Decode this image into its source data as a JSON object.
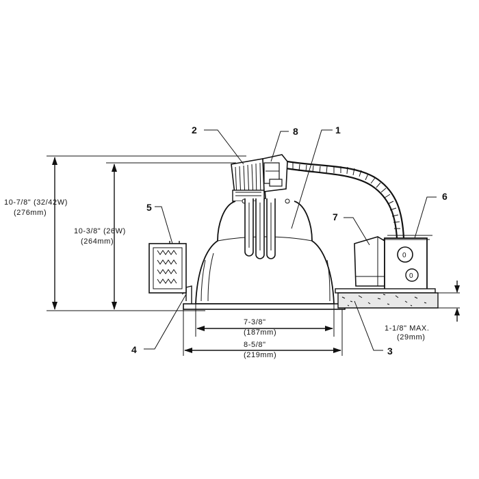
{
  "callouts": {
    "c1": "1",
    "c2": "2",
    "c3": "3",
    "c4": "4",
    "c5": "5",
    "c6": "6",
    "c7": "7",
    "c8": "8"
  },
  "dimensions": {
    "overall_height_in": "10-7/8\" (32/42W)",
    "overall_height_mm": "(276mm)",
    "height_26w_in": "10-3/8\" (26W)",
    "height_26w_mm": "(264mm)",
    "aperture_in": "7-3/8\"",
    "aperture_mm": "(187mm)",
    "trim_in": "8-5/8\"",
    "trim_mm": "(219mm)",
    "ceiling_max_in": "1-1/8\" MAX.",
    "ceiling_max_mm": "(29mm)"
  },
  "junction_box": {
    "knockout_mark": "0"
  }
}
